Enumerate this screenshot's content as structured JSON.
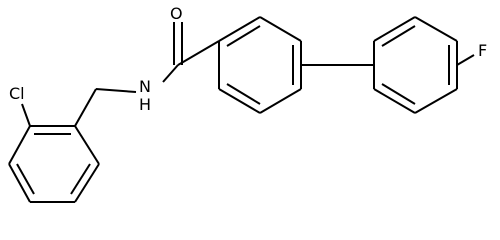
{
  "molecule": {
    "atoms": {
      "oxygen": "O",
      "nitrogen": "N",
      "hydrogen": "H",
      "chlorine": "Cl",
      "fluorine": "F"
    }
  },
  "colors": {
    "bond": "#000000",
    "label": "#000000",
    "background": "#ffffff"
  }
}
